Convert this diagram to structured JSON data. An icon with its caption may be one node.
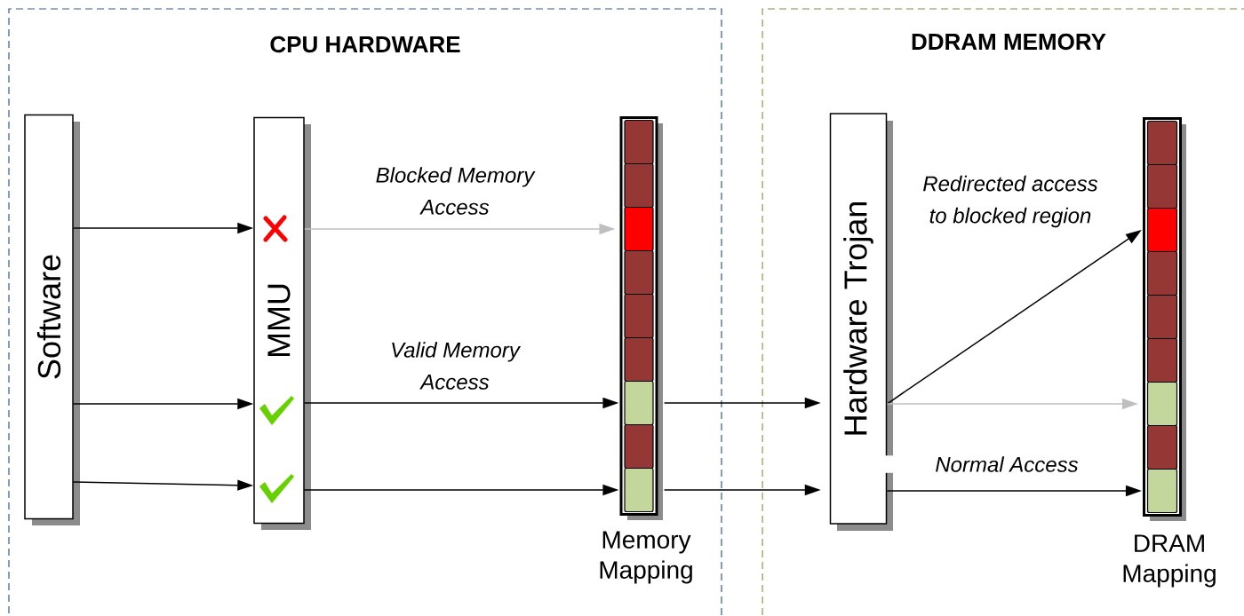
{
  "diagram": {
    "nodes": [
      {
        "text": [
          "CPU HARDWARE"
        ]
      },
      {
        "text": [
          "DDRAM MEMORY"
        ]
      },
      {
        "text": [
          "Software"
        ],
        "in": 0
      },
      {
        "text": [
          "MMU"
        ],
        "in": 0
      },
      {
        "text": [],
        "shape": "bar",
        "in": 0,
        "beside": [
          "Memory Mapping"
        ]
      },
      {
        "text": [],
        "shape": "box",
        "in": 4
      },
      {
        "text": [],
        "shape": "box",
        "in": 4
      },
      {
        "text": [],
        "shape": "box",
        "in": 4
      },
      {
        "text": [],
        "shape": "box",
        "in": 4
      },
      {
        "text": [],
        "shape": "box",
        "in": 4
      },
      {
        "text": [],
        "shape": "box",
        "in": 4
      },
      {
        "text": [],
        "shape": "box",
        "in": 4
      },
      {
        "text": [],
        "shape": "box",
        "in": 4
      },
      {
        "text": [],
        "shape": "box",
        "in": 4
      },
      {
        "text": [
          "Hardware Trojan"
        ],
        "in": 1
      },
      {
        "text": [],
        "shape": "bar",
        "in": 1,
        "beside": [
          "DRAM Mapping"
        ]
      },
      {
        "text": [],
        "shape": "box",
        "in": 15
      },
      {
        "text": [],
        "shape": "box",
        "in": 15
      },
      {
        "text": [],
        "shape": "box",
        "in": 15
      },
      {
        "text": [],
        "shape": "box",
        "in": 15
      },
      {
        "text": [],
        "shape": "box",
        "in": 15
      },
      {
        "text": [],
        "shape": "box",
        "in": 15
      },
      {
        "text": [],
        "shape": "box",
        "in": 15
      },
      {
        "text": [],
        "shape": "box",
        "in": 15
      },
      {
        "text": [],
        "shape": "box",
        "in": 15
      }
    ],
    "edges": [
      {
        "from": 2,
        "to": 3,
        "arrow": "to"
      },
      {
        "from": 2,
        "to": 3,
        "arrow": "to"
      },
      {
        "from": 2,
        "to": 3,
        "arrow": "to"
      },
      {
        "from": 3,
        "to": 7,
        "arrow": "to",
        "label": "Blocked Memory Access",
        "color": "#bfbfbf"
      },
      {
        "from": 3,
        "to": 11,
        "arrow": "to",
        "label": "Valid Memory Access"
      },
      {
        "from": 3,
        "to": 13,
        "arrow": "to"
      },
      {
        "from": 11,
        "to": 14,
        "arrow": "to"
      },
      {
        "from": 13,
        "to": 14,
        "arrow": "to"
      },
      {
        "from": 14,
        "to": 18,
        "arrow": "to",
        "label": "Redirected access to blocked region"
      },
      {
        "from": 14,
        "to": 22,
        "arrow": "to",
        "color": "#bfbfbf"
      },
      {
        "from": 14,
        "to": 24,
        "arrow": "to",
        "label": "Normal Access"
      }
    ]
  }
}
